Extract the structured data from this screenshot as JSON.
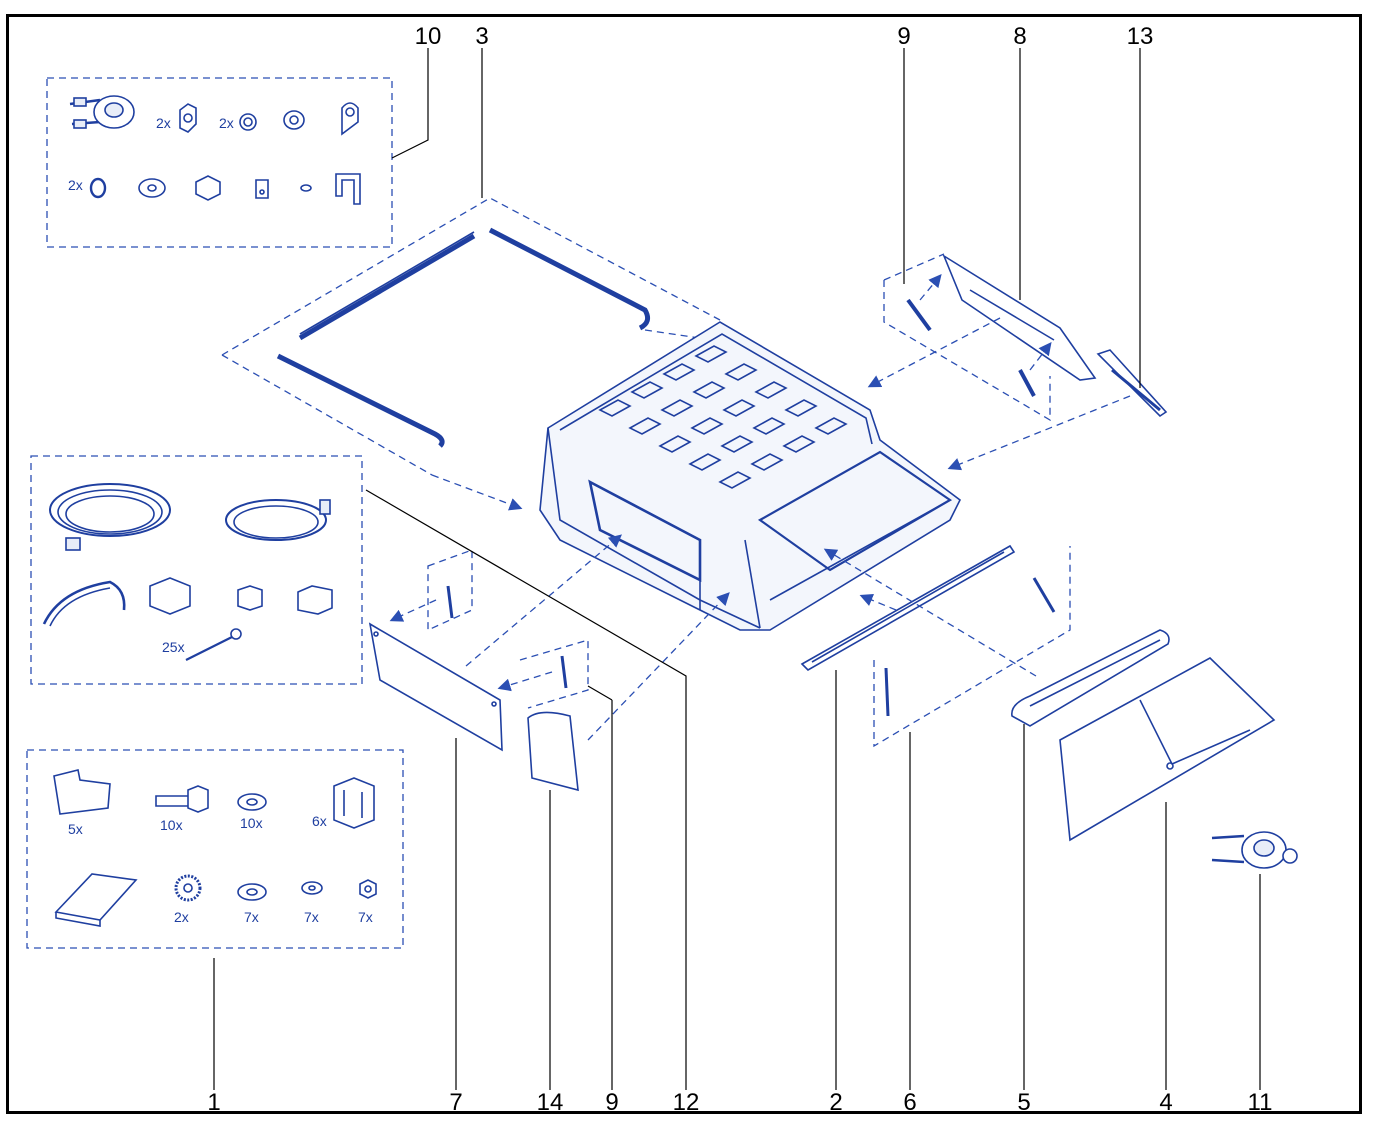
{
  "callouts": {
    "c10": "10",
    "c3": "3",
    "c9top": "9",
    "c8": "8",
    "c13": "13",
    "c1": "1",
    "c7": "7",
    "c14": "14",
    "c9bot": "9",
    "c12": "12",
    "c2": "2",
    "c6": "6",
    "c5": "5",
    "c4": "4",
    "c11": "11"
  },
  "kit10": {
    "q1": "2x",
    "q2": "2x",
    "q3": "2x"
  },
  "kit12": {
    "q1": "25x"
  },
  "kit1": {
    "q1": "5x",
    "q2": "10x",
    "q3": "10x",
    "q4": "6x",
    "q5": "2x",
    "q6": "7x",
    "q7": "7x",
    "q8": "7x"
  }
}
